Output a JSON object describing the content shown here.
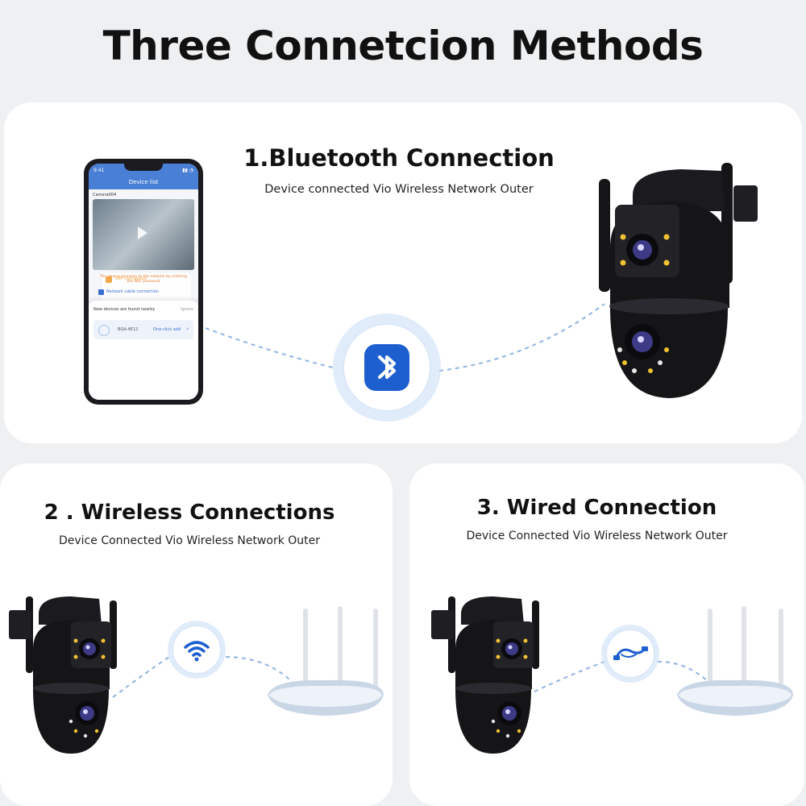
{
  "page": {
    "title": "Three Connetcion Methods"
  },
  "sections": [
    {
      "title": "1.Bluetooth Connection",
      "subtitle": "Device connected Vio Wireless Network Outer",
      "icon": "bluetooth-icon"
    },
    {
      "title": "2 . Wireless Connections",
      "subtitle": "Device Connected Vio Wireless Network Outer",
      "icon": "wifi-icon"
    },
    {
      "title": "3. Wired Connection",
      "subtitle": "Device Connected Vio Wireless Network Outer",
      "icon": "ethernet-cable-icon"
    }
  ],
  "phone_app": {
    "header": "Device list",
    "camera_label": "Camera004",
    "wifi_label": "WiFi connection",
    "notice": "The device connects to the network by entering the WiFi password",
    "network_cable": "Network cable connection",
    "sheet_title": "New devices are found nearby",
    "ignore": "Ignore",
    "device_name": "BQA-4E12",
    "one_click": "One-click add"
  },
  "colors": {
    "accent_blue": "#1e5fd0",
    "dashed_line": "#8fb3e0",
    "camera_black": "#151518",
    "led_yellow": "#f1c232"
  }
}
